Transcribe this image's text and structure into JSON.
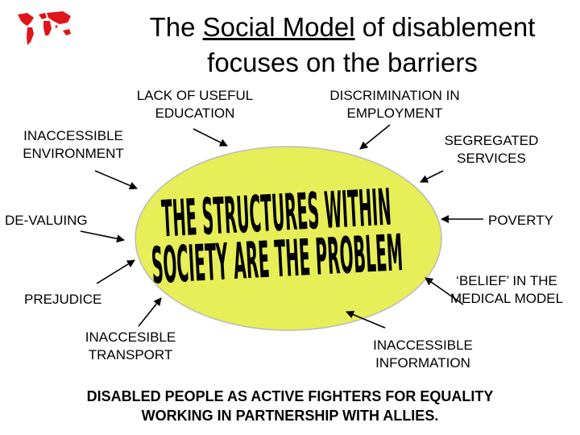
{
  "title": {
    "part1": "The ",
    "highlight": "Social Model",
    "part2": " of disablement",
    "line2": "focuses on the barriers"
  },
  "center": {
    "line1": "THE STRUCTURES WITHIN",
    "line2": "SOCIETY ARE THE PROBLEM",
    "fill_color": "#e6ee58"
  },
  "barriers": {
    "education": [
      "LACK OF USEFUL",
      "EDUCATION"
    ],
    "environment": [
      "INACCESSIBLE",
      "ENVIRONMENT"
    ],
    "devaluing": "DE-VALUING",
    "prejudice": "PREJUDICE",
    "transport": [
      "INACCESIBLE",
      "TRANSPORT"
    ],
    "employment": [
      "DISCRIMINATION IN",
      "EMPLOYMENT"
    ],
    "services": [
      "SEGREGATED",
      "SERVICES"
    ],
    "poverty": "POVERTY",
    "medical": [
      "‘BELIEF’ IN THE",
      "MEDICAL MODEL"
    ],
    "information": [
      "INACCESSIBLE",
      "INFORMATION"
    ]
  },
  "footer": {
    "line1": "DISABLED PEOPLE AS ACTIVE FIGHTERS FOR EQUALITY",
    "line2": "WORKING IN PARTNERSHIP WITH ALLIES."
  },
  "logo": {
    "icon": "world-map-icon",
    "color": "#e0141b"
  }
}
